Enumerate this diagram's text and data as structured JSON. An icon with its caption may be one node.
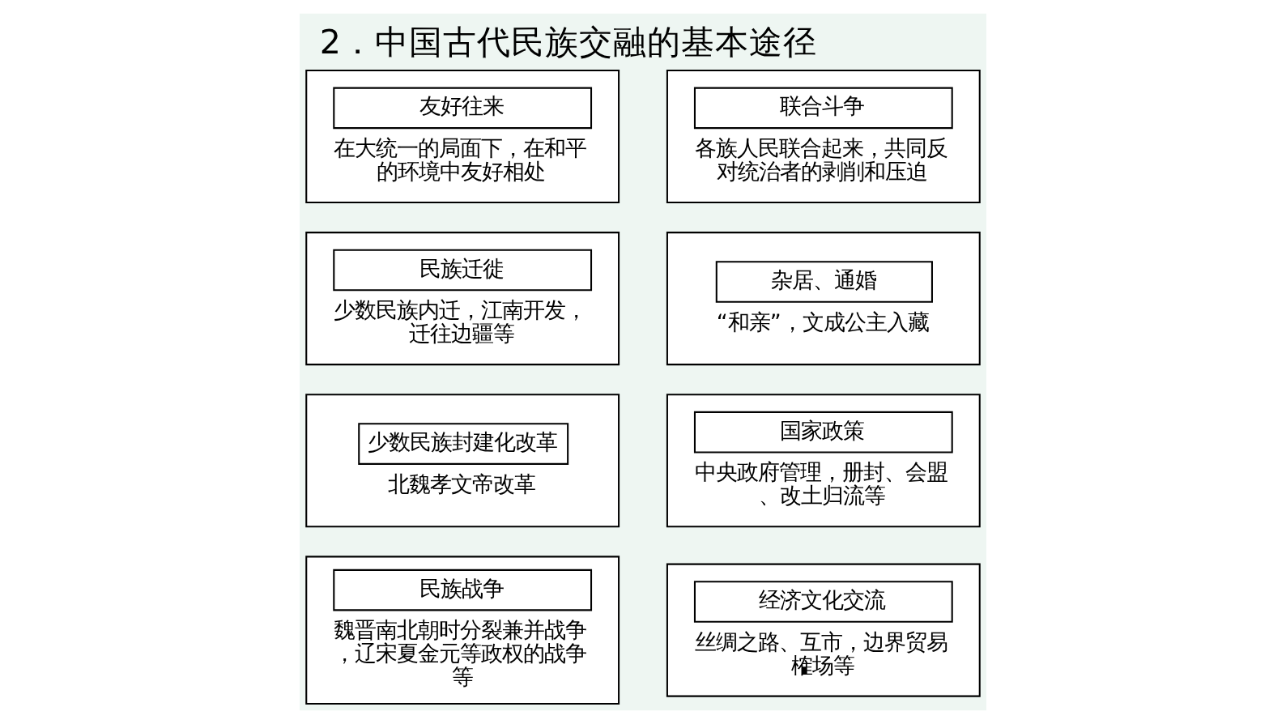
{
  "diagram": {
    "title": "2．中国古代民族交融的基本途径",
    "nodes": [
      {
        "text": [
          "友好往来",
          "在大统一的局面下，在和平的环境中友好相处"
        ]
      },
      {
        "text": [
          "联合斗争",
          "各族人民联合起来，共同反对统治者的剥削和压迫"
        ]
      },
      {
        "text": [
          "民族迁徙",
          "少数民族内迁，江南开发，迁往边疆等"
        ]
      },
      {
        "text": [
          "杂居、通婚",
          "“和亲”，文成公主入藏"
        ]
      },
      {
        "text": [
          "少数民族封建化改革",
          "北魏孝文帝改革"
        ]
      },
      {
        "text": [
          "国家政策",
          "中央政府管理，册封、会盟、改土归流等"
        ]
      },
      {
        "text": [
          "民族战争",
          "魏晋南北朝时分裂兼并战争，辽宋夏金元等政权的战争等"
        ]
      },
      {
        "text": [
          "经济文化交流",
          "丝绸之路、互市，边界贸易榷场等"
        ]
      }
    ],
    "edges": []
  }
}
